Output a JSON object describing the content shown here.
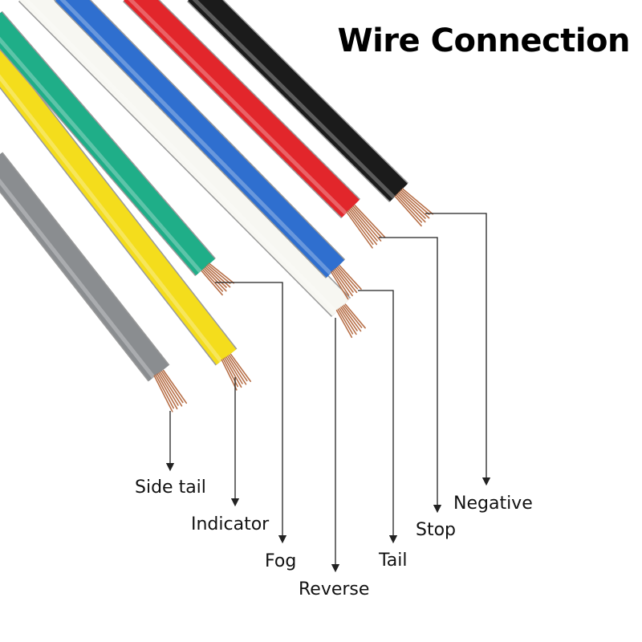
{
  "title": "Wire Connection",
  "wires": [
    {
      "label": "Side tail",
      "color": "#8a8d90"
    },
    {
      "label": "Indicator",
      "color": "#f4dd1c"
    },
    {
      "label": "Fog",
      "color": "#1fae88"
    },
    {
      "label": "Reverse",
      "color": "#f7f7f2"
    },
    {
      "label": "Tail",
      "color": "#2f6fcf"
    },
    {
      "label": "Stop",
      "color": "#e2262b"
    },
    {
      "label": "Negative",
      "color": "#1b1b1b"
    }
  ],
  "colors": {
    "copper": "#b8714a",
    "leader": "#222222",
    "title": "#000000"
  }
}
